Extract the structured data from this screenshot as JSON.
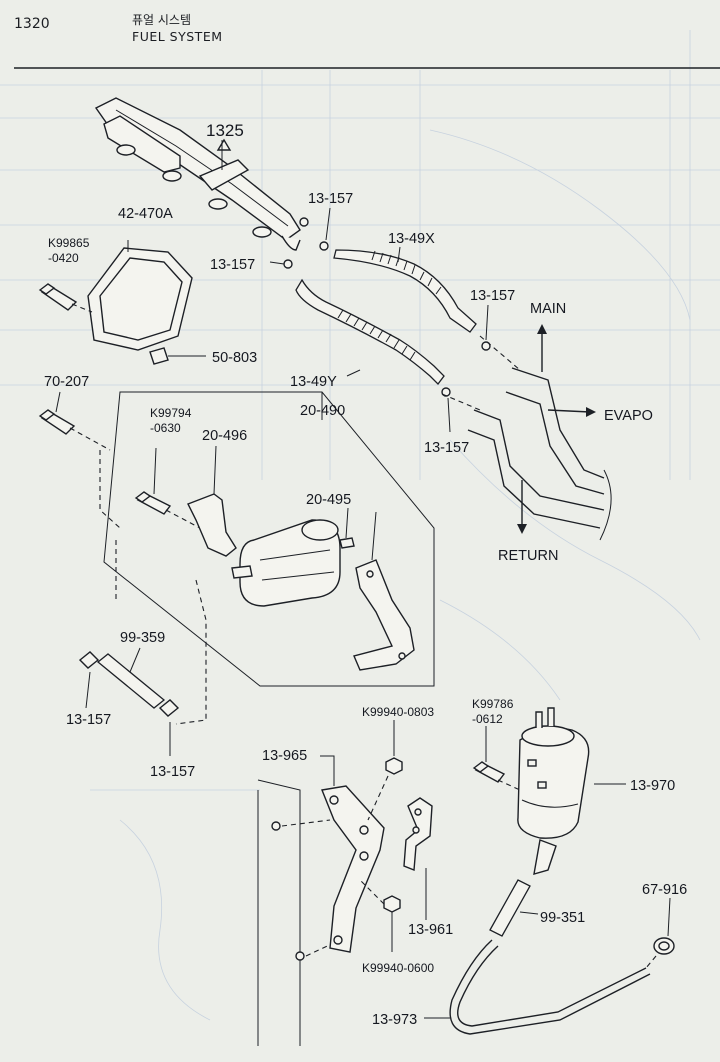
{
  "header": {
    "page_number": "1320",
    "title_ko": "퓨얼 시스템",
    "title_en": "FUEL SYSTEM"
  },
  "labels": {
    "p1325": "1325",
    "p42_470a": "42-470A",
    "k99865_a": "K99865",
    "k99865_b": "-0420",
    "p13_157_a": "13-157",
    "p13_157_b": "13-157",
    "p13_49x": "13-49X",
    "p13_157_c": "13-157",
    "main": "MAIN",
    "p50_803": "50-803",
    "p70_207": "70-207",
    "p13_49y": "13-49Y",
    "p20_490": "20-490",
    "k99794_a": "K99794",
    "k99794_b": "-0630",
    "p20_496": "20-496",
    "evapo": "EVAPO",
    "p13_157_d": "13-157",
    "p20_495": "20-495",
    "return": "RETURN",
    "p99_359": "99-359",
    "p13_157_e": "13-157",
    "p13_157_f": "13-157",
    "k99940_0803": "K99940-0803",
    "k99786_a": "K99786",
    "k99786_b": "-0612",
    "p13_965": "13-965",
    "p13_970": "13-970",
    "p67_916": "67-916",
    "p13_961": "13-961",
    "p99_351": "99-351",
    "k99940_0600": "K99940-0600",
    "p13_973": "13-973"
  }
}
